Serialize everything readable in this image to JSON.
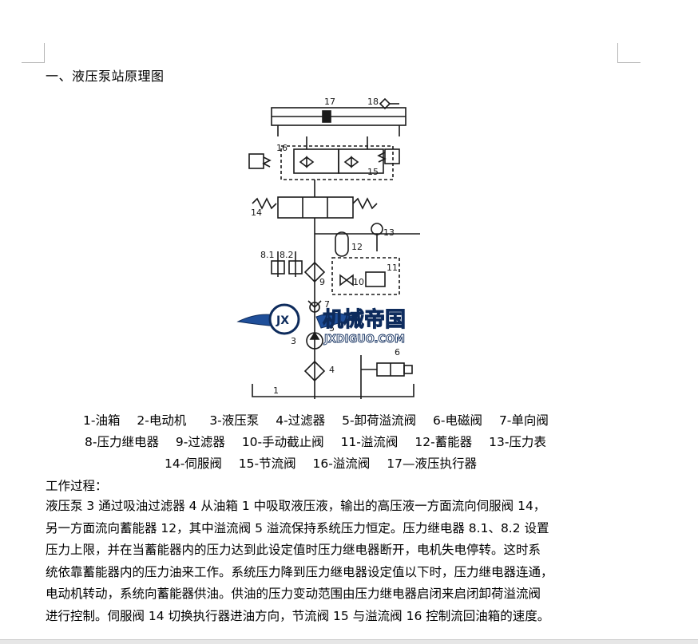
{
  "document": {
    "heading": "一、液压泵站原理图",
    "figure": {
      "labels": [
        "17",
        "18",
        "16",
        "15",
        "14",
        "13",
        "12",
        "8.1",
        "8.2",
        "9",
        "11",
        "10",
        "7",
        "5",
        "3",
        "4",
        "6",
        "1"
      ],
      "watermark_cn": "机械帝国",
      "watermark_url": "JXDIGUO.COM",
      "watermark_badge": "JX",
      "colors": {
        "watermark_blue": "#1f4f9a",
        "watermark_outline": "#0d2b5c",
        "line": "#1a1a1a"
      }
    },
    "legend": {
      "line1": [
        "1-油箱",
        "2-电动机",
        "3-液压泵",
        "4-过滤器",
        "5-卸荷溢流阀",
        "6-电磁阀",
        "7-单向阀"
      ],
      "line2": [
        "8-压力继电器",
        "9-过滤器",
        "10-手动截止阀",
        "11-溢流阀",
        "12-蓄能器",
        "13-压力表"
      ],
      "line3": [
        "14-伺服阀",
        "15-节流阀",
        "16-溢流阀",
        "17—液压执行器"
      ]
    },
    "section_title": "工作过程：",
    "paragraph_lines": [
      "液压泵 3 通过吸油过滤器 4 从油箱 1 中吸取液压液，输出的高压液一方面流向伺服阀 14，",
      "另一方面流向蓄能器 12，其中溢流阀 5 溢流保持系统压力恒定。压力继电器 8.1、8.2 设置",
      "压力上限，并在当蓄能器内的压力达到此设定值时压力继电器断开，电机失电停转。这时系",
      "统依靠蓄能器内的压力油来工作。系统压力降到压力继电器设定值以下时，压力继电器连通，",
      "电动机转动，系统向蓄能器供油。供油的压力变动范围由压力继电器启闭来启闭卸荷溢流阀",
      "进行控制。伺服阀 14 切换执行器进油方向，节流阀 15 与溢流阀 16 控制流回油箱的速度。"
    ]
  }
}
